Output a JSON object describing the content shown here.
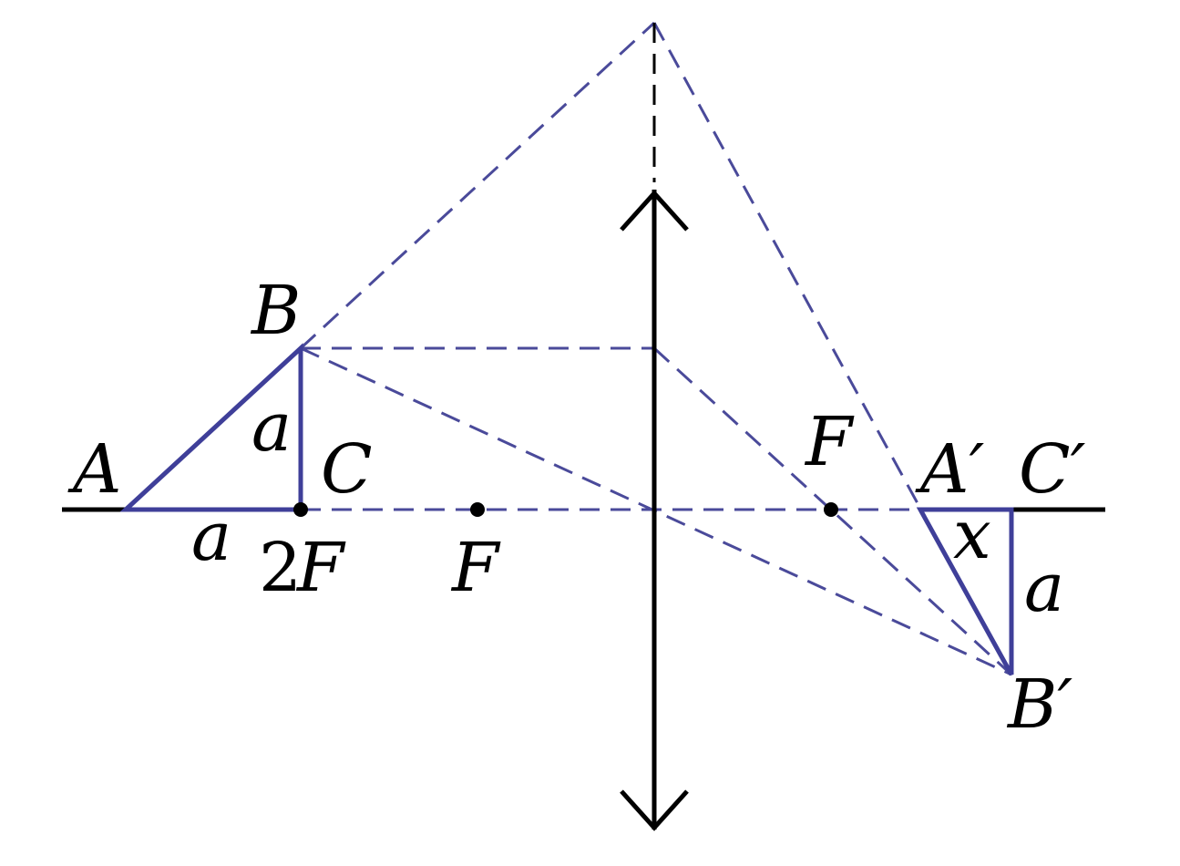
{
  "colors": {
    "ray": "#4a4a9a",
    "object": "#3f3f99",
    "axis": "#000000",
    "background": "#ffffff"
  },
  "labels": {
    "A": "A",
    "B": "B",
    "C": "C",
    "a_vertical": "a",
    "a_horizontal": "a",
    "two_f_digit": "2",
    "two_f_letter": "F",
    "f_left": "F",
    "f_right": "F",
    "A_prime": "A′",
    "C_prime": "C′",
    "B_prime": "B′",
    "x": "x",
    "a_image": "a"
  }
}
